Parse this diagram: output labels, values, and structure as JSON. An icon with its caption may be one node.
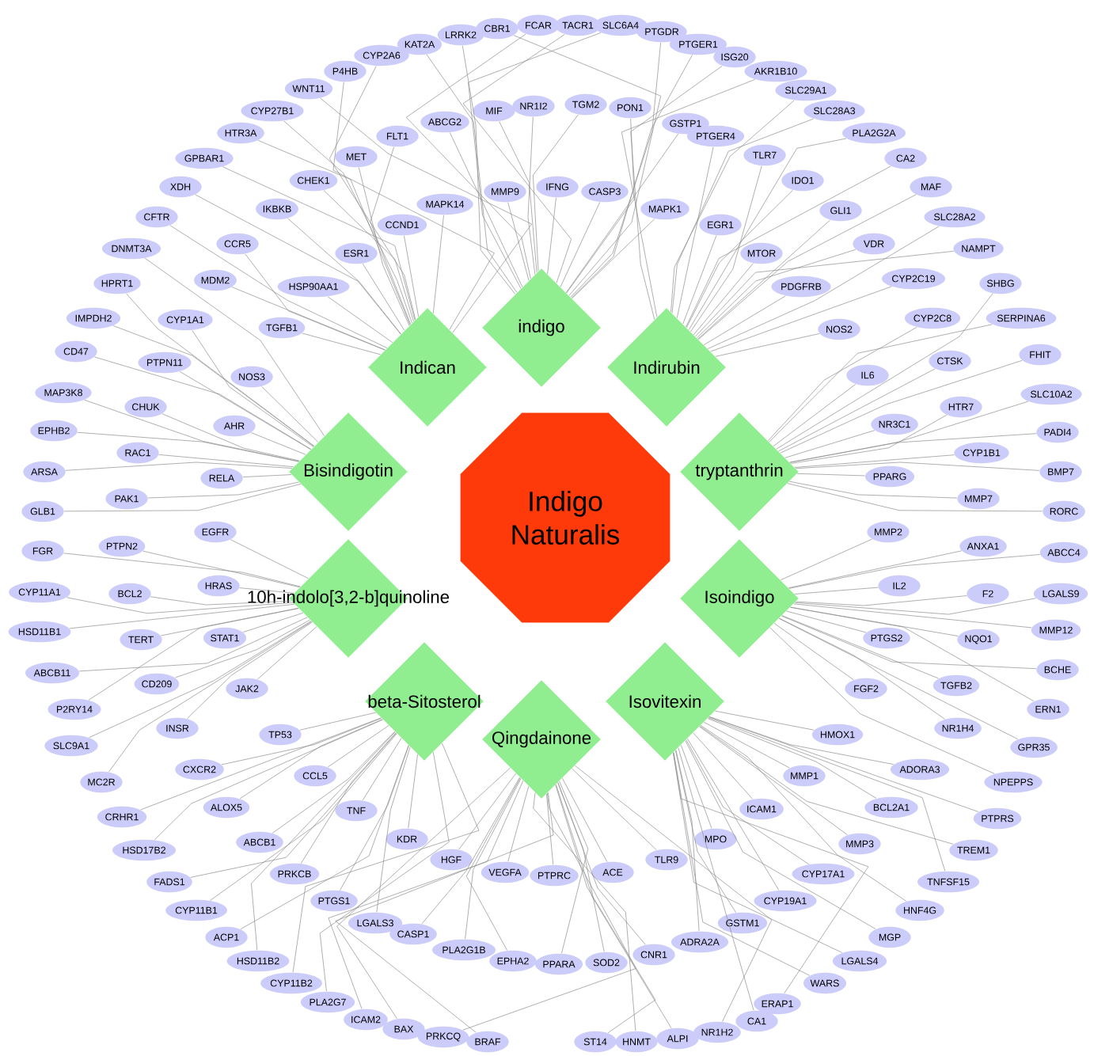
{
  "diagram": {
    "nodes": [
      {
        "text": [
          "Indigo Naturalis"
        ]
      },
      {
        "text": [
          "indigo"
        ]
      },
      {
        "text": [
          "Indican"
        ]
      },
      {
        "text": [
          "Indirubin"
        ]
      },
      {
        "text": [
          "Bisindigotin"
        ]
      },
      {
        "text": [
          "tryptanthrin"
        ]
      },
      {
        "text": [
          "10h-indolo[3,2-b]quinoline"
        ]
      },
      {
        "text": [
          "Isoindigo"
        ]
      },
      {
        "text": [
          "beta-Sitosterol"
        ]
      },
      {
        "text": [
          "Isovitexin"
        ]
      },
      {
        "text": [
          "Qingdainone"
        ]
      },
      {
        "text": [
          "KAT2A"
        ]
      },
      {
        "text": [
          "LRRK2"
        ]
      },
      {
        "text": [
          "CBR1"
        ]
      },
      {
        "text": [
          "FCAR"
        ]
      },
      {
        "text": [
          "ABCG2"
        ]
      },
      {
        "text": [
          "MIF"
        ]
      },
      {
        "text": [
          "NR1I2"
        ]
      },
      {
        "text": [
          "MMP9"
        ]
      },
      {
        "text": [
          "TACR1"
        ]
      },
      {
        "text": [
          "SLC6A4"
        ]
      },
      {
        "text": [
          "PTGDR"
        ]
      },
      {
        "text": [
          "PTGER1"
        ]
      },
      {
        "text": [
          "TGM2"
        ]
      },
      {
        "text": [
          "PON1"
        ]
      },
      {
        "text": [
          "GSTP1"
        ]
      },
      {
        "text": [
          "IFNG"
        ]
      },
      {
        "text": [
          "CASP3"
        ]
      },
      {
        "text": [
          "MAPK1"
        ]
      },
      {
        "text": [
          "CYP2A6"
        ]
      },
      {
        "text": [
          "P4HB"
        ]
      },
      {
        "text": [
          "WNT11"
        ]
      },
      {
        "text": [
          "CYP27B1"
        ]
      },
      {
        "text": [
          "HTR3A"
        ]
      },
      {
        "text": [
          "GPBAR1"
        ]
      },
      {
        "text": [
          "XDH"
        ]
      },
      {
        "text": [
          "CFTR"
        ]
      },
      {
        "text": [
          "FLT1"
        ]
      },
      {
        "text": [
          "MET"
        ]
      },
      {
        "text": [
          "CHEK1"
        ]
      },
      {
        "text": [
          "IKBKB"
        ]
      },
      {
        "text": [
          "CCR5"
        ]
      },
      {
        "text": [
          "MDM2"
        ]
      },
      {
        "text": [
          "HSP90AA1"
        ]
      },
      {
        "text": [
          "TGFB1"
        ]
      },
      {
        "text": [
          "ESR1"
        ]
      },
      {
        "text": [
          "CCND1"
        ]
      },
      {
        "text": [
          "MAPK14"
        ]
      },
      {
        "text": [
          "ISG20"
        ]
      },
      {
        "text": [
          "AKR1B10"
        ]
      },
      {
        "text": [
          "SLC29A1"
        ]
      },
      {
        "text": [
          "SLC28A3"
        ]
      },
      {
        "text": [
          "PLA2G2A"
        ]
      },
      {
        "text": [
          "CA2"
        ]
      },
      {
        "text": [
          "MAF"
        ]
      },
      {
        "text": [
          "SLC28A2"
        ]
      },
      {
        "text": [
          "NAMPT"
        ]
      },
      {
        "text": [
          "PTGER4"
        ]
      },
      {
        "text": [
          "TLR7"
        ]
      },
      {
        "text": [
          "IDO1"
        ]
      },
      {
        "text": [
          "GLI1"
        ]
      },
      {
        "text": [
          "VDR"
        ]
      },
      {
        "text": [
          "CYP2C19"
        ]
      },
      {
        "text": [
          "EGR1"
        ]
      },
      {
        "text": [
          "MTOR"
        ]
      },
      {
        "text": [
          "PDGFRB"
        ]
      },
      {
        "text": [
          "NOS2"
        ]
      },
      {
        "text": [
          "DNMT3A"
        ]
      },
      {
        "text": [
          "HPRT1"
        ]
      },
      {
        "text": [
          "IMPDH2"
        ]
      },
      {
        "text": [
          "CD47"
        ]
      },
      {
        "text": [
          "CYP1A1"
        ]
      },
      {
        "text": [
          "PTPN11"
        ]
      },
      {
        "text": [
          "NOS3"
        ]
      },
      {
        "text": [
          "MAP3K8"
        ]
      },
      {
        "text": [
          "CHUK"
        ]
      },
      {
        "text": [
          "EPHB2"
        ]
      },
      {
        "text": [
          "AHR"
        ]
      },
      {
        "text": [
          "RAC1"
        ]
      },
      {
        "text": [
          "ARSA"
        ]
      },
      {
        "text": [
          "RELA"
        ]
      },
      {
        "text": [
          "PAK1"
        ]
      },
      {
        "text": [
          "GLB1"
        ]
      },
      {
        "text": [
          "SHBG"
        ]
      },
      {
        "text": [
          "SERPINA6"
        ]
      },
      {
        "text": [
          "FHIT"
        ]
      },
      {
        "text": [
          "CYP2C8"
        ]
      },
      {
        "text": [
          "CTSK"
        ]
      },
      {
        "text": [
          "IL6"
        ]
      },
      {
        "text": [
          "HTR7"
        ]
      },
      {
        "text": [
          "SLC10A2"
        ]
      },
      {
        "text": [
          "NR3C1"
        ]
      },
      {
        "text": [
          "PADI4"
        ]
      },
      {
        "text": [
          "CYP1B1"
        ]
      },
      {
        "text": [
          "BMP7"
        ]
      },
      {
        "text": [
          "PPARG"
        ]
      },
      {
        "text": [
          "MMP7"
        ]
      },
      {
        "text": [
          "RORC"
        ]
      },
      {
        "text": [
          "EGFR"
        ]
      },
      {
        "text": [
          "FGR"
        ]
      },
      {
        "text": [
          "PTPN2"
        ]
      },
      {
        "text": [
          "CYP11A1"
        ]
      },
      {
        "text": [
          "BCL2"
        ]
      },
      {
        "text": [
          "HRAS"
        ]
      },
      {
        "text": [
          "HSD11B1"
        ]
      },
      {
        "text": [
          "TERT"
        ]
      },
      {
        "text": [
          "STAT1"
        ]
      },
      {
        "text": [
          "ABCB11"
        ]
      },
      {
        "text": [
          "CD209"
        ]
      },
      {
        "text": [
          "JAK2"
        ]
      },
      {
        "text": [
          "P2RY14"
        ]
      },
      {
        "text": [
          "INSR"
        ]
      },
      {
        "text": [
          "SLC9A1"
        ]
      },
      {
        "text": [
          "MC2R"
        ]
      },
      {
        "text": [
          "MMP2"
        ]
      },
      {
        "text": [
          "ANXA1"
        ]
      },
      {
        "text": [
          "ABCC4"
        ]
      },
      {
        "text": [
          "IL2"
        ]
      },
      {
        "text": [
          "F2"
        ]
      },
      {
        "text": [
          "LGALS9"
        ]
      },
      {
        "text": [
          "MMP12"
        ]
      },
      {
        "text": [
          "PTGS2"
        ]
      },
      {
        "text": [
          "NQO1"
        ]
      },
      {
        "text": [
          "BCHE"
        ]
      },
      {
        "text": [
          "FGF2"
        ]
      },
      {
        "text": [
          "TGFB2"
        ]
      },
      {
        "text": [
          "ERN1"
        ]
      },
      {
        "text": [
          "NR1H4"
        ]
      },
      {
        "text": [
          "GPR35"
        ]
      },
      {
        "text": [
          "NPEPPS"
        ]
      },
      {
        "text": [
          "TP53"
        ]
      },
      {
        "text": [
          "CXCR2"
        ]
      },
      {
        "text": [
          "CCL5"
        ]
      },
      {
        "text": [
          "ALOX5"
        ]
      },
      {
        "text": [
          "TNF"
        ]
      },
      {
        "text": [
          "CRHR1"
        ]
      },
      {
        "text": [
          "KDR"
        ]
      },
      {
        "text": [
          "HSD17B2"
        ]
      },
      {
        "text": [
          "ABCB1"
        ]
      },
      {
        "text": [
          "FADS1"
        ]
      },
      {
        "text": [
          "PRKCB"
        ]
      },
      {
        "text": [
          "PTGS1"
        ]
      },
      {
        "text": [
          "CYP11B1"
        ]
      },
      {
        "text": [
          "LGALS3"
        ]
      },
      {
        "text": [
          "ACP1"
        ]
      },
      {
        "text": [
          "HSD11B2"
        ]
      },
      {
        "text": [
          "CYP11B2"
        ]
      },
      {
        "text": [
          "PLA2G7"
        ]
      },
      {
        "text": [
          "HMOX1"
        ]
      },
      {
        "text": [
          "MMP1"
        ]
      },
      {
        "text": [
          "ADORA3"
        ]
      },
      {
        "text": [
          "ICAM1"
        ]
      },
      {
        "text": [
          "BCL2A1"
        ]
      },
      {
        "text": [
          "PTPRS"
        ]
      },
      {
        "text": [
          "MPO"
        ]
      },
      {
        "text": [
          "MMP3"
        ]
      },
      {
        "text": [
          "TREM1"
        ]
      },
      {
        "text": [
          "CYP17A1"
        ]
      },
      {
        "text": [
          "TNFSF15"
        ]
      },
      {
        "text": [
          "CYP19A1"
        ]
      },
      {
        "text": [
          "HNF4G"
        ]
      },
      {
        "text": [
          "GSTM1"
        ]
      },
      {
        "text": [
          "MGP"
        ]
      },
      {
        "text": [
          "ADRA2A"
        ]
      },
      {
        "text": [
          "LGALS4"
        ]
      },
      {
        "text": [
          "WARS"
        ]
      },
      {
        "text": [
          "ERAP1"
        ]
      },
      {
        "text": [
          "CA1"
        ]
      },
      {
        "text": [
          "HGF"
        ]
      },
      {
        "text": [
          "VEGFA"
        ]
      },
      {
        "text": [
          "CASP1"
        ]
      },
      {
        "text": [
          "PLA2G1B"
        ]
      },
      {
        "text": [
          "EPHA2"
        ]
      },
      {
        "text": [
          "ICAM2"
        ]
      },
      {
        "text": [
          "BAX"
        ]
      },
      {
        "text": [
          "PRKCQ"
        ]
      },
      {
        "text": [
          "BRAF"
        ]
      },
      {
        "text": [
          "TLR9"
        ]
      },
      {
        "text": [
          "PTPRC"
        ]
      },
      {
        "text": [
          "ACE"
        ]
      },
      {
        "text": [
          "CNR1"
        ]
      },
      {
        "text": [
          "SOD2"
        ]
      },
      {
        "text": [
          "PPARA"
        ]
      },
      {
        "text": [
          "NR1H2"
        ]
      },
      {
        "text": [
          "ALPI"
        ]
      },
      {
        "text": [
          "HNMT"
        ]
      },
      {
        "text": [
          "ST14"
        ]
      }
    ],
    "edges": [
      {
        "from": 1,
        "to": 11,
        "arrow": "none"
      },
      {
        "from": 1,
        "to": 12,
        "arrow": "none"
      },
      {
        "from": 1,
        "to": 13,
        "arrow": "none"
      },
      {
        "from": 1,
        "to": 14,
        "arrow": "none"
      },
      {
        "from": 1,
        "to": 15,
        "arrow": "none"
      },
      {
        "from": 1,
        "to": 16,
        "arrow": "none"
      },
      {
        "from": 1,
        "to": 17,
        "arrow": "none"
      },
      {
        "from": 1,
        "to": 18,
        "arrow": "none"
      },
      {
        "from": 1,
        "to": 19,
        "arrow": "none"
      },
      {
        "from": 1,
        "to": 20,
        "arrow": "none"
      },
      {
        "from": 1,
        "to": 21,
        "arrow": "none"
      },
      {
        "from": 1,
        "to": 22,
        "arrow": "none"
      },
      {
        "from": 1,
        "to": 23,
        "arrow": "none"
      },
      {
        "from": 1,
        "to": 24,
        "arrow": "none"
      },
      {
        "from": 1,
        "to": 25,
        "arrow": "none"
      },
      {
        "from": 1,
        "to": 26,
        "arrow": "none"
      },
      {
        "from": 1,
        "to": 27,
        "arrow": "none"
      },
      {
        "from": 1,
        "to": 28,
        "arrow": "none"
      },
      {
        "from": 2,
        "to": 29,
        "arrow": "none"
      },
      {
        "from": 2,
        "to": 30,
        "arrow": "none"
      },
      {
        "from": 2,
        "to": 31,
        "arrow": "none"
      },
      {
        "from": 2,
        "to": 32,
        "arrow": "none"
      },
      {
        "from": 2,
        "to": 33,
        "arrow": "none"
      },
      {
        "from": 2,
        "to": 34,
        "arrow": "none"
      },
      {
        "from": 2,
        "to": 35,
        "arrow": "none"
      },
      {
        "from": 2,
        "to": 36,
        "arrow": "none"
      },
      {
        "from": 2,
        "to": 37,
        "arrow": "none"
      },
      {
        "from": 2,
        "to": 38,
        "arrow": "none"
      },
      {
        "from": 2,
        "to": 39,
        "arrow": "none"
      },
      {
        "from": 2,
        "to": 40,
        "arrow": "none"
      },
      {
        "from": 2,
        "to": 41,
        "arrow": "none"
      },
      {
        "from": 2,
        "to": 42,
        "arrow": "none"
      },
      {
        "from": 2,
        "to": 43,
        "arrow": "none"
      },
      {
        "from": 2,
        "to": 44,
        "arrow": "none"
      },
      {
        "from": 2,
        "to": 45,
        "arrow": "none"
      },
      {
        "from": 2,
        "to": 46,
        "arrow": "none"
      },
      {
        "from": 2,
        "to": 47,
        "arrow": "none"
      },
      {
        "from": 3,
        "to": 48,
        "arrow": "none"
      },
      {
        "from": 3,
        "to": 49,
        "arrow": "none"
      },
      {
        "from": 3,
        "to": 50,
        "arrow": "none"
      },
      {
        "from": 3,
        "to": 51,
        "arrow": "none"
      },
      {
        "from": 3,
        "to": 52,
        "arrow": "none"
      },
      {
        "from": 3,
        "to": 53,
        "arrow": "none"
      },
      {
        "from": 3,
        "to": 54,
        "arrow": "none"
      },
      {
        "from": 3,
        "to": 55,
        "arrow": "none"
      },
      {
        "from": 3,
        "to": 56,
        "arrow": "none"
      },
      {
        "from": 3,
        "to": 57,
        "arrow": "none"
      },
      {
        "from": 3,
        "to": 58,
        "arrow": "none"
      },
      {
        "from": 3,
        "to": 59,
        "arrow": "none"
      },
      {
        "from": 3,
        "to": 60,
        "arrow": "none"
      },
      {
        "from": 3,
        "to": 61,
        "arrow": "none"
      },
      {
        "from": 3,
        "to": 62,
        "arrow": "none"
      },
      {
        "from": 3,
        "to": 63,
        "arrow": "none"
      },
      {
        "from": 3,
        "to": 64,
        "arrow": "none"
      },
      {
        "from": 3,
        "to": 65,
        "arrow": "none"
      },
      {
        "from": 3,
        "to": 66,
        "arrow": "none"
      },
      {
        "from": 4,
        "to": 67,
        "arrow": "none"
      },
      {
        "from": 4,
        "to": 68,
        "arrow": "none"
      },
      {
        "from": 4,
        "to": 69,
        "arrow": "none"
      },
      {
        "from": 4,
        "to": 70,
        "arrow": "none"
      },
      {
        "from": 4,
        "to": 71,
        "arrow": "none"
      },
      {
        "from": 4,
        "to": 72,
        "arrow": "none"
      },
      {
        "from": 4,
        "to": 73,
        "arrow": "none"
      },
      {
        "from": 4,
        "to": 74,
        "arrow": "none"
      },
      {
        "from": 4,
        "to": 75,
        "arrow": "none"
      },
      {
        "from": 4,
        "to": 76,
        "arrow": "none"
      },
      {
        "from": 4,
        "to": 77,
        "arrow": "none"
      },
      {
        "from": 4,
        "to": 78,
        "arrow": "none"
      },
      {
        "from": 4,
        "to": 79,
        "arrow": "none"
      },
      {
        "from": 4,
        "to": 80,
        "arrow": "none"
      },
      {
        "from": 4,
        "to": 81,
        "arrow": "none"
      },
      {
        "from": 4,
        "to": 82,
        "arrow": "none"
      },
      {
        "from": 5,
        "to": 83,
        "arrow": "none"
      },
      {
        "from": 5,
        "to": 84,
        "arrow": "none"
      },
      {
        "from": 5,
        "to": 85,
        "arrow": "none"
      },
      {
        "from": 5,
        "to": 86,
        "arrow": "none"
      },
      {
        "from": 5,
        "to": 87,
        "arrow": "none"
      },
      {
        "from": 5,
        "to": 88,
        "arrow": "none"
      },
      {
        "from": 5,
        "to": 89,
        "arrow": "none"
      },
      {
        "from": 5,
        "to": 90,
        "arrow": "none"
      },
      {
        "from": 5,
        "to": 91,
        "arrow": "none"
      },
      {
        "from": 5,
        "to": 92,
        "arrow": "none"
      },
      {
        "from": 5,
        "to": 93,
        "arrow": "none"
      },
      {
        "from": 5,
        "to": 94,
        "arrow": "none"
      },
      {
        "from": 5,
        "to": 95,
        "arrow": "none"
      },
      {
        "from": 5,
        "to": 96,
        "arrow": "none"
      },
      {
        "from": 5,
        "to": 97,
        "arrow": "none"
      },
      {
        "from": 6,
        "to": 98,
        "arrow": "none"
      },
      {
        "from": 6,
        "to": 99,
        "arrow": "none"
      },
      {
        "from": 6,
        "to": 100,
        "arrow": "none"
      },
      {
        "from": 6,
        "to": 101,
        "arrow": "none"
      },
      {
        "from": 6,
        "to": 102,
        "arrow": "none"
      },
      {
        "from": 6,
        "to": 103,
        "arrow": "none"
      },
      {
        "from": 6,
        "to": 104,
        "arrow": "none"
      },
      {
        "from": 6,
        "to": 105,
        "arrow": "none"
      },
      {
        "from": 6,
        "to": 106,
        "arrow": "none"
      },
      {
        "from": 6,
        "to": 107,
        "arrow": "none"
      },
      {
        "from": 6,
        "to": 108,
        "arrow": "none"
      },
      {
        "from": 6,
        "to": 109,
        "arrow": "none"
      },
      {
        "from": 6,
        "to": 110,
        "arrow": "none"
      },
      {
        "from": 6,
        "to": 111,
        "arrow": "none"
      },
      {
        "from": 6,
        "to": 112,
        "arrow": "none"
      },
      {
        "from": 6,
        "to": 113,
        "arrow": "none"
      },
      {
        "from": 7,
        "to": 114,
        "arrow": "none"
      },
      {
        "from": 7,
        "to": 115,
        "arrow": "none"
      },
      {
        "from": 7,
        "to": 116,
        "arrow": "none"
      },
      {
        "from": 7,
        "to": 117,
        "arrow": "none"
      },
      {
        "from": 7,
        "to": 118,
        "arrow": "none"
      },
      {
        "from": 7,
        "to": 119,
        "arrow": "none"
      },
      {
        "from": 7,
        "to": 120,
        "arrow": "none"
      },
      {
        "from": 7,
        "to": 121,
        "arrow": "none"
      },
      {
        "from": 7,
        "to": 122,
        "arrow": "none"
      },
      {
        "from": 7,
        "to": 123,
        "arrow": "none"
      },
      {
        "from": 7,
        "to": 124,
        "arrow": "none"
      },
      {
        "from": 7,
        "to": 125,
        "arrow": "none"
      },
      {
        "from": 7,
        "to": 126,
        "arrow": "none"
      },
      {
        "from": 7,
        "to": 127,
        "arrow": "none"
      },
      {
        "from": 7,
        "to": 128,
        "arrow": "none"
      },
      {
        "from": 7,
        "to": 129,
        "arrow": "none"
      },
      {
        "from": 8,
        "to": 130,
        "arrow": "none"
      },
      {
        "from": 8,
        "to": 131,
        "arrow": "none"
      },
      {
        "from": 8,
        "to": 132,
        "arrow": "none"
      },
      {
        "from": 8,
        "to": 133,
        "arrow": "none"
      },
      {
        "from": 8,
        "to": 134,
        "arrow": "none"
      },
      {
        "from": 8,
        "to": 135,
        "arrow": "none"
      },
      {
        "from": 8,
        "to": 136,
        "arrow": "none"
      },
      {
        "from": 8,
        "to": 137,
        "arrow": "none"
      },
      {
        "from": 8,
        "to": 138,
        "arrow": "none"
      },
      {
        "from": 8,
        "to": 139,
        "arrow": "none"
      },
      {
        "from": 8,
        "to": 140,
        "arrow": "none"
      },
      {
        "from": 8,
        "to": 141,
        "arrow": "none"
      },
      {
        "from": 8,
        "to": 142,
        "arrow": "none"
      },
      {
        "from": 8,
        "to": 143,
        "arrow": "none"
      },
      {
        "from": 8,
        "to": 144,
        "arrow": "none"
      },
      {
        "from": 8,
        "to": 145,
        "arrow": "none"
      },
      {
        "from": 8,
        "to": 146,
        "arrow": "none"
      },
      {
        "from": 8,
        "to": 147,
        "arrow": "none"
      },
      {
        "from": 9,
        "to": 148,
        "arrow": "none"
      },
      {
        "from": 9,
        "to": 149,
        "arrow": "none"
      },
      {
        "from": 9,
        "to": 150,
        "arrow": "none"
      },
      {
        "from": 9,
        "to": 151,
        "arrow": "none"
      },
      {
        "from": 9,
        "to": 152,
        "arrow": "none"
      },
      {
        "from": 9,
        "to": 153,
        "arrow": "none"
      },
      {
        "from": 9,
        "to": 154,
        "arrow": "none"
      },
      {
        "from": 9,
        "to": 155,
        "arrow": "none"
      },
      {
        "from": 9,
        "to": 156,
        "arrow": "none"
      },
      {
        "from": 9,
        "to": 157,
        "arrow": "none"
      },
      {
        "from": 9,
        "to": 158,
        "arrow": "none"
      },
      {
        "from": 9,
        "to": 159,
        "arrow": "none"
      },
      {
        "from": 9,
        "to": 160,
        "arrow": "none"
      },
      {
        "from": 9,
        "to": 161,
        "arrow": "none"
      },
      {
        "from": 9,
        "to": 162,
        "arrow": "none"
      },
      {
        "from": 9,
        "to": 163,
        "arrow": "none"
      },
      {
        "from": 9,
        "to": 164,
        "arrow": "none"
      },
      {
        "from": 9,
        "to": 165,
        "arrow": "none"
      },
      {
        "from": 9,
        "to": 166,
        "arrow": "none"
      },
      {
        "from": 9,
        "to": 167,
        "arrow": "none"
      },
      {
        "from": 10,
        "to": 168,
        "arrow": "none"
      },
      {
        "from": 10,
        "to": 169,
        "arrow": "none"
      },
      {
        "from": 10,
        "to": 170,
        "arrow": "none"
      },
      {
        "from": 10,
        "to": 171,
        "arrow": "none"
      },
      {
        "from": 10,
        "to": 172,
        "arrow": "none"
      },
      {
        "from": 10,
        "to": 173,
        "arrow": "none"
      },
      {
        "from": 10,
        "to": 174,
        "arrow": "none"
      },
      {
        "from": 10,
        "to": 175,
        "arrow": "none"
      },
      {
        "from": 10,
        "to": 176,
        "arrow": "none"
      },
      {
        "from": 10,
        "to": 177,
        "arrow": "none"
      },
      {
        "from": 10,
        "to": 178,
        "arrow": "none"
      },
      {
        "from": 10,
        "to": 179,
        "arrow": "none"
      },
      {
        "from": 10,
        "to": 180,
        "arrow": "none"
      },
      {
        "from": 10,
        "to": 181,
        "arrow": "none"
      },
      {
        "from": 10,
        "to": 182,
        "arrow": "none"
      },
      {
        "from": 10,
        "to": 183,
        "arrow": "none"
      },
      {
        "from": 10,
        "to": 184,
        "arrow": "none"
      },
      {
        "from": 10,
        "to": 185,
        "arrow": "none"
      },
      {
        "from": 10,
        "to": 186,
        "arrow": "none"
      }
    ]
  }
}
